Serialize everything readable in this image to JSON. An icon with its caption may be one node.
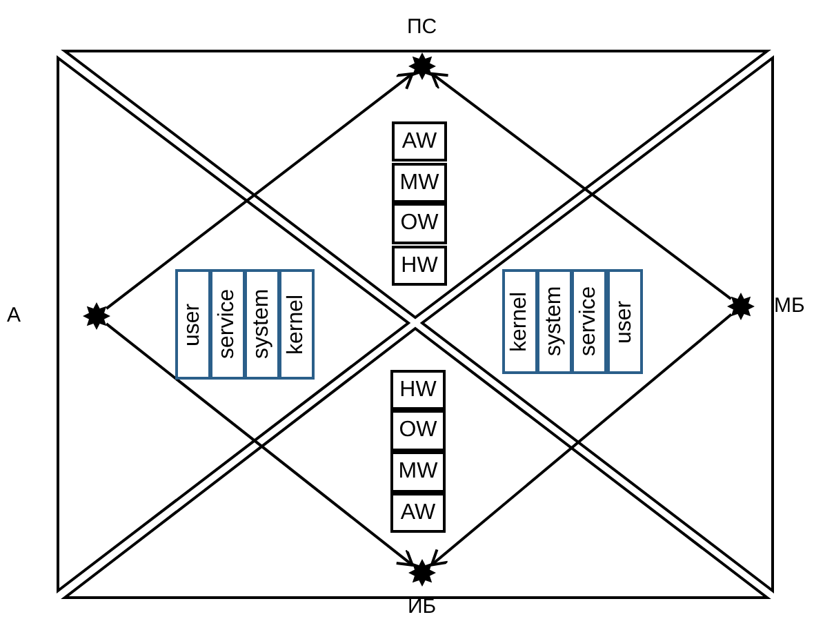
{
  "diagram": {
    "nodes": [
      {
        "text": [
          "ПС"
        ]
      },
      {
        "text": [
          "AW"
        ]
      },
      {
        "text": [
          "MW"
        ]
      },
      {
        "text": [
          "OW"
        ]
      },
      {
        "text": [
          "HW"
        ]
      },
      {
        "text": [
          "А"
        ]
      },
      {
        "text": [
          "user"
        ]
      },
      {
        "text": [
          "service"
        ]
      },
      {
        "text": [
          "system"
        ]
      },
      {
        "text": [
          "kernel"
        ]
      },
      {
        "text": [
          "kernel"
        ]
      },
      {
        "text": [
          "system"
        ]
      },
      {
        "text": [
          "service"
        ]
      },
      {
        "text": [
          "user"
        ]
      },
      {
        "text": [
          "МБ"
        ]
      },
      {
        "text": [
          "HW"
        ]
      },
      {
        "text": [
          "OW"
        ]
      },
      {
        "text": [
          "MW"
        ]
      },
      {
        "text": [
          "AW"
        ]
      },
      {
        "text": [
          "ИБ"
        ]
      }
    ],
    "edges": [
      {
        "from": 5,
        "to": 0,
        "arrow": "to"
      },
      {
        "from": 14,
        "to": 0,
        "arrow": "to"
      },
      {
        "from": 5,
        "to": 19,
        "arrow": "to"
      },
      {
        "from": 14,
        "to": 19,
        "arrow": "to"
      }
    ]
  }
}
